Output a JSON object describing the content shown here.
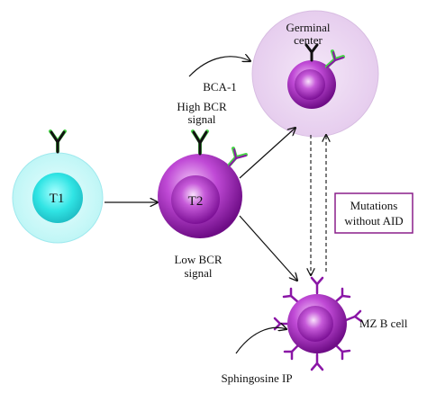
{
  "nodes": {
    "t1": {
      "label": "T1"
    },
    "t2": {
      "label": "T2"
    },
    "germinal": {
      "label_line1": "Germinal",
      "label_line2": "center"
    },
    "mz": {
      "label": "MZ B cell"
    }
  },
  "annotations": {
    "bca1": "BCA-1",
    "high_bcr_line1": "High BCR",
    "high_bcr_line2": "signal",
    "low_bcr_line1": "Low BCR",
    "low_bcr_line2": "signal",
    "mutations_line1": "Mutations",
    "mutations_line2": "without AID",
    "sphingosine": "Sphingosine IP"
  },
  "colors": {
    "t1_outer": "#c9fbfb",
    "t1_inner": "#2fe6e6",
    "purple_dark": "#8a16a6",
    "purple_mid": "#c24ad8",
    "purple_light": "#e7b3f0",
    "germinal_fill": "#ecd8f2",
    "receptor_green": "#4ad24a",
    "mutation_box_border": "#8a1e8a"
  }
}
